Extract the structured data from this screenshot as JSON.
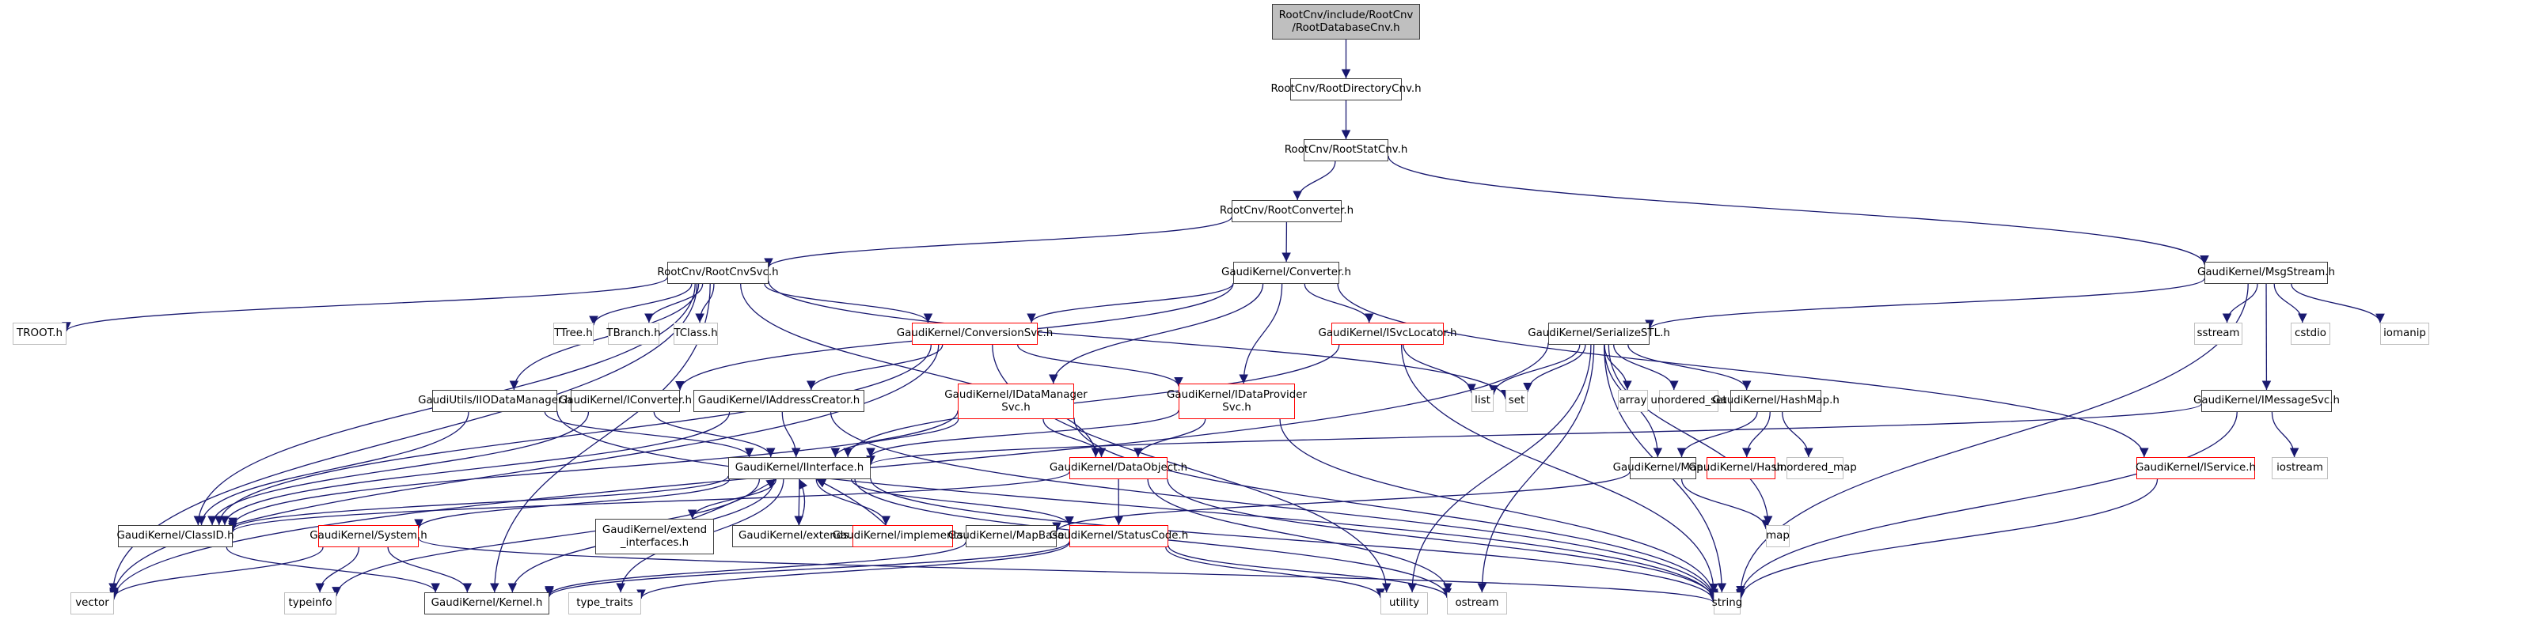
{
  "diagram": {
    "title": "Include dependency graph for RootCnv/include/RootCnv/RootDatabaseCnv.h",
    "edge_color": "#191970",
    "legend_styles": {
      "root": "#bfbfbf",
      "documented": "#404040",
      "truncated": "#ff0000",
      "external": "#bfbfbf"
    },
    "nodes": [
      {
        "id": "rootdb",
        "label": "RootCnv/include/RootCnv\n/RootDatabaseCnv.h",
        "style": "root"
      },
      {
        "id": "rootdir",
        "label": "RootCnv/RootDirectoryCnv.h",
        "style": "normal"
      },
      {
        "id": "rootstat",
        "label": "RootCnv/RootStatCnv.h",
        "style": "normal"
      },
      {
        "id": "rootconv",
        "label": "RootCnv/RootConverter.h",
        "style": "normal"
      },
      {
        "id": "rootcnvsvc",
        "label": "RootCnv/RootCnvSvc.h",
        "style": "normal"
      },
      {
        "id": "converter",
        "label": "GaudiKernel/Converter.h",
        "style": "normal"
      },
      {
        "id": "msgstream",
        "label": "GaudiKernel/MsgStream.h",
        "style": "normal"
      },
      {
        "id": "troot",
        "label": "TROOT.h",
        "style": "gray"
      },
      {
        "id": "ttree",
        "label": "TTree.h",
        "style": "gray"
      },
      {
        "id": "tbranch",
        "label": "TBranch.h",
        "style": "gray"
      },
      {
        "id": "tclass",
        "label": "TClass.h",
        "style": "gray"
      },
      {
        "id": "convsvc",
        "label": "GaudiKernel/ConversionSvc.h",
        "style": "red"
      },
      {
        "id": "isvcloc",
        "label": "GaudiKernel/ISvcLocator.h",
        "style": "red"
      },
      {
        "id": "serstl",
        "label": "GaudiKernel/SerializeSTL.h",
        "style": "normal"
      },
      {
        "id": "sstream",
        "label": "sstream",
        "style": "gray"
      },
      {
        "id": "cstdio",
        "label": "cstdio",
        "style": "gray"
      },
      {
        "id": "iomanip",
        "label": "iomanip",
        "style": "gray"
      },
      {
        "id": "iiodm",
        "label": "GaudiUtils/IIODataManager.h",
        "style": "normal"
      },
      {
        "id": "iconv",
        "label": "GaudiKernel/IConverter.h",
        "style": "normal"
      },
      {
        "id": "iaddr",
        "label": "GaudiKernel/IAddressCreator.h",
        "style": "normal"
      },
      {
        "id": "idms",
        "label": "GaudiKernel/IDataManager\nSvc.h",
        "style": "red"
      },
      {
        "id": "idps",
        "label": "GaudiKernel/IDataProvider\nSvc.h",
        "style": "red"
      },
      {
        "id": "list",
        "label": "list",
        "style": "gray"
      },
      {
        "id": "set",
        "label": "set",
        "style": "gray"
      },
      {
        "id": "array",
        "label": "array",
        "style": "gray"
      },
      {
        "id": "uset",
        "label": "unordered_set",
        "style": "gray"
      },
      {
        "id": "hashmap",
        "label": "GaudiKernel/HashMap.h",
        "style": "normal"
      },
      {
        "id": "imsgsvc",
        "label": "GaudiKernel/IMessageSvc.h",
        "style": "normal"
      },
      {
        "id": "iinterface",
        "label": "GaudiKernel/IInterface.h",
        "style": "normal"
      },
      {
        "id": "dataobj",
        "label": "GaudiKernel/DataObject.h",
        "style": "red"
      },
      {
        "id": "maph",
        "label": "GaudiKernel/Map.h",
        "style": "normal"
      },
      {
        "id": "hash",
        "label": "GaudiKernel/Hash.h",
        "style": "red"
      },
      {
        "id": "umap",
        "label": "unordered_map",
        "style": "gray"
      },
      {
        "id": "iservice",
        "label": "GaudiKernel/IService.h",
        "style": "red"
      },
      {
        "id": "iostream",
        "label": "iostream",
        "style": "gray"
      },
      {
        "id": "classid",
        "label": "GaudiKernel/ClassID.h",
        "style": "normal"
      },
      {
        "id": "system",
        "label": "GaudiKernel/System.h",
        "style": "red"
      },
      {
        "id": "extendif",
        "label": "GaudiKernel/extend\n_interfaces.h",
        "style": "normal"
      },
      {
        "id": "extends",
        "label": "GaudiKernel/extends.h",
        "style": "normal"
      },
      {
        "id": "implements",
        "label": "GaudiKernel/implements.h",
        "style": "red"
      },
      {
        "id": "mapbase",
        "label": "GaudiKernel/MapBase.h",
        "style": "normal"
      },
      {
        "id": "statuscode",
        "label": "GaudiKernel/StatusCode.h",
        "style": "red"
      },
      {
        "id": "map",
        "label": "map",
        "style": "gray"
      },
      {
        "id": "vector",
        "label": "vector",
        "style": "gray"
      },
      {
        "id": "typeinfo",
        "label": "typeinfo",
        "style": "gray"
      },
      {
        "id": "kernel",
        "label": "GaudiKernel/Kernel.h",
        "style": "normal"
      },
      {
        "id": "typetraits",
        "label": "type_traits",
        "style": "gray"
      },
      {
        "id": "utility",
        "label": "utility",
        "style": "gray"
      },
      {
        "id": "ostream",
        "label": "ostream",
        "style": "gray"
      },
      {
        "id": "string",
        "label": "string",
        "style": "gray"
      }
    ],
    "edges": [
      [
        "rootdb",
        "rootdir"
      ],
      [
        "rootdir",
        "rootstat"
      ],
      [
        "rootstat",
        "rootconv"
      ],
      [
        "rootstat",
        "msgstream"
      ],
      [
        "rootconv",
        "rootcnvsvc"
      ],
      [
        "rootconv",
        "converter"
      ],
      [
        "rootcnvsvc",
        "troot"
      ],
      [
        "rootcnvsvc",
        "ttree"
      ],
      [
        "rootcnvsvc",
        "tbranch"
      ],
      [
        "rootcnvsvc",
        "tclass"
      ],
      [
        "rootcnvsvc",
        "convsvc"
      ],
      [
        "rootcnvsvc",
        "iiodm"
      ],
      [
        "rootcnvsvc",
        "classid"
      ],
      [
        "rootcnvsvc",
        "dataobj"
      ],
      [
        "rootcnvsvc",
        "set"
      ],
      [
        "rootcnvsvc",
        "vector"
      ],
      [
        "rootcnvsvc",
        "kernel"
      ],
      [
        "converter",
        "convsvc"
      ],
      [
        "converter",
        "isvcloc"
      ],
      [
        "converter",
        "iconv"
      ],
      [
        "converter",
        "idms"
      ],
      [
        "converter",
        "idps"
      ],
      [
        "converter",
        "iservice"
      ],
      [
        "msgstream",
        "serstl"
      ],
      [
        "msgstream",
        "sstream"
      ],
      [
        "msgstream",
        "cstdio"
      ],
      [
        "msgstream",
        "iomanip"
      ],
      [
        "msgstream",
        "imsgsvc"
      ],
      [
        "msgstream",
        "string"
      ],
      [
        "convsvc",
        "iaddr"
      ],
      [
        "convsvc",
        "idps"
      ],
      [
        "convsvc",
        "classid"
      ],
      [
        "convsvc",
        "vector"
      ],
      [
        "convsvc",
        "utility"
      ],
      [
        "isvcloc",
        "iinterface"
      ],
      [
        "isvcloc",
        "list"
      ],
      [
        "isvcloc",
        "string"
      ],
      [
        "serstl",
        "list"
      ],
      [
        "serstl",
        "set"
      ],
      [
        "serstl",
        "array"
      ],
      [
        "serstl",
        "uset"
      ],
      [
        "serstl",
        "hashmap"
      ],
      [
        "serstl",
        "maph"
      ],
      [
        "serstl",
        "map"
      ],
      [
        "serstl",
        "vector"
      ],
      [
        "serstl",
        "utility"
      ],
      [
        "serstl",
        "ostream"
      ],
      [
        "serstl",
        "string"
      ],
      [
        "iiodm",
        "iinterface"
      ],
      [
        "iiodm",
        "classid"
      ],
      [
        "iiodm",
        "string"
      ],
      [
        "iconv",
        "iinterface"
      ],
      [
        "iconv",
        "classid"
      ],
      [
        "iaddr",
        "iinterface"
      ],
      [
        "iaddr",
        "classid"
      ],
      [
        "iaddr",
        "string"
      ],
      [
        "idms",
        "iinterface"
      ],
      [
        "idms",
        "dataobj"
      ],
      [
        "idms",
        "classid"
      ],
      [
        "idms",
        "string"
      ],
      [
        "idps",
        "iinterface"
      ],
      [
        "idps",
        "dataobj"
      ],
      [
        "idps",
        "string"
      ],
      [
        "hashmap",
        "maph"
      ],
      [
        "hashmap",
        "hash"
      ],
      [
        "hashmap",
        "umap"
      ],
      [
        "imsgsvc",
        "iinterface"
      ],
      [
        "imsgsvc",
        "iostream"
      ],
      [
        "imsgsvc",
        "string"
      ],
      [
        "iinterface",
        "classid"
      ],
      [
        "iinterface",
        "system"
      ],
      [
        "iinterface",
        "extendif"
      ],
      [
        "iinterface",
        "extends"
      ],
      [
        "iinterface",
        "implements"
      ],
      [
        "iinterface",
        "statuscode"
      ],
      [
        "iinterface",
        "kernel"
      ],
      [
        "iinterface",
        "typeinfo"
      ],
      [
        "iinterface",
        "typetraits"
      ],
      [
        "iinterface",
        "ostream"
      ],
      [
        "iinterface",
        "string"
      ],
      [
        "extendif",
        "iinterface"
      ],
      [
        "extends",
        "iinterface"
      ],
      [
        "implements",
        "iinterface"
      ],
      [
        "dataobj",
        "classid"
      ],
      [
        "dataobj",
        "statuscode"
      ],
      [
        "dataobj",
        "ostream"
      ],
      [
        "dataobj",
        "string"
      ],
      [
        "maph",
        "mapbase"
      ],
      [
        "maph",
        "map"
      ],
      [
        "mapbase",
        "kernel"
      ],
      [
        "statuscode",
        "kernel"
      ],
      [
        "statuscode",
        "utility"
      ],
      [
        "statuscode",
        "ostream"
      ],
      [
        "statuscode",
        "typetraits"
      ],
      [
        "iservice",
        "string"
      ],
      [
        "classid",
        "kernel"
      ],
      [
        "system",
        "kernel"
      ],
      [
        "system",
        "typeinfo"
      ],
      [
        "system",
        "vector"
      ],
      [
        "system",
        "string"
      ]
    ]
  }
}
